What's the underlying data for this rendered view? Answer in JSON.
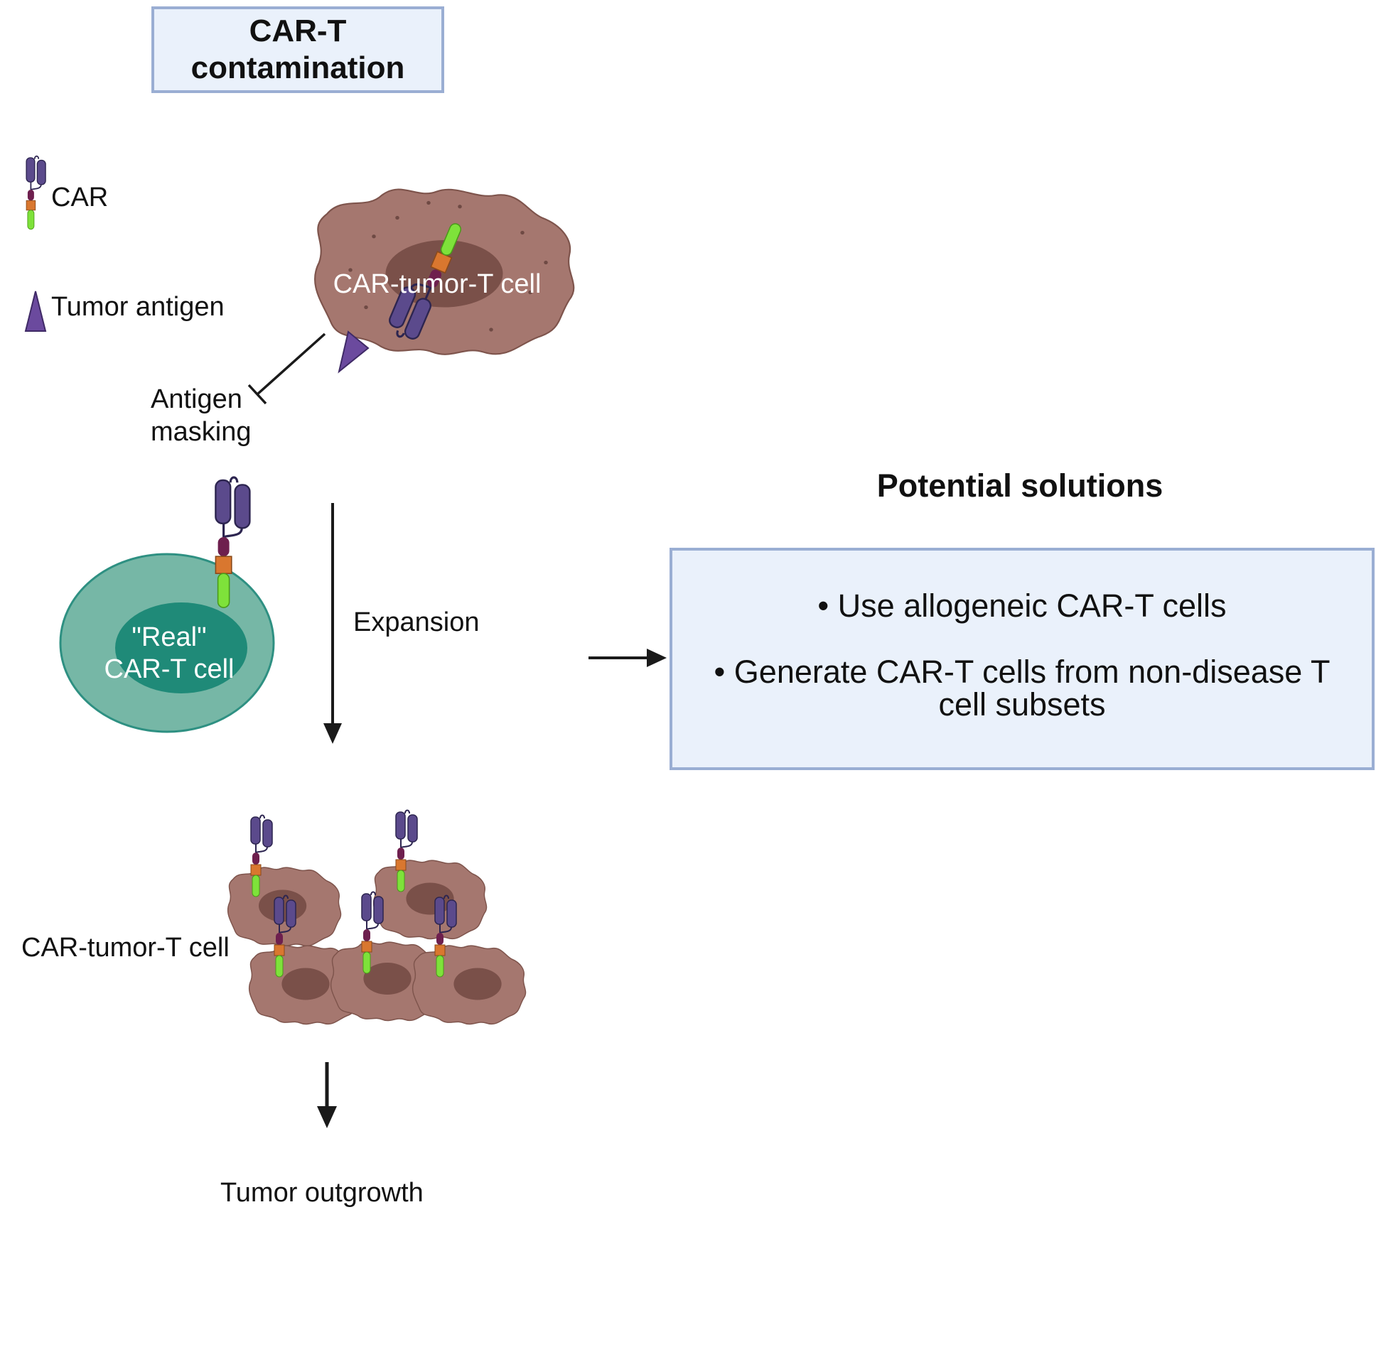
{
  "header": {
    "title_line1": "CAR-T",
    "title_line2": "contamination"
  },
  "legend": {
    "car": "CAR",
    "antigen": "Tumor antigen"
  },
  "top_cell_label": "CAR-tumor-T cell",
  "masking_line1": "Antigen",
  "masking_line2": "masking",
  "real_line1": "\"Real\"",
  "real_line2": "CAR-T cell",
  "expansion": "Expansion",
  "cluster_label": "CAR-tumor-T cell",
  "outcome": "Tumor outgrowth",
  "solutions": {
    "title": "Potential solutions",
    "item1": "• Use allogeneic CAR-T cells",
    "item2_line1": "• Generate CAR-T cells from non-disease T",
    "item2_line2": "cell subsets"
  },
  "colors": {
    "panel_fill": "#eaf1fb",
    "panel_border": "#9aaed3",
    "tumor_cell": "#a5776f",
    "tumor_nucleus": "#7a5049",
    "t_cell_outer": "#76b7a6",
    "t_cell_nucleus": "#1f8a78",
    "car_domain": "#5b4a8c",
    "car_hinge": "#6e1f4e",
    "car_tm": "#d9772f",
    "car_signal": "#7ee23a",
    "antigen": "#6b4a9e"
  }
}
